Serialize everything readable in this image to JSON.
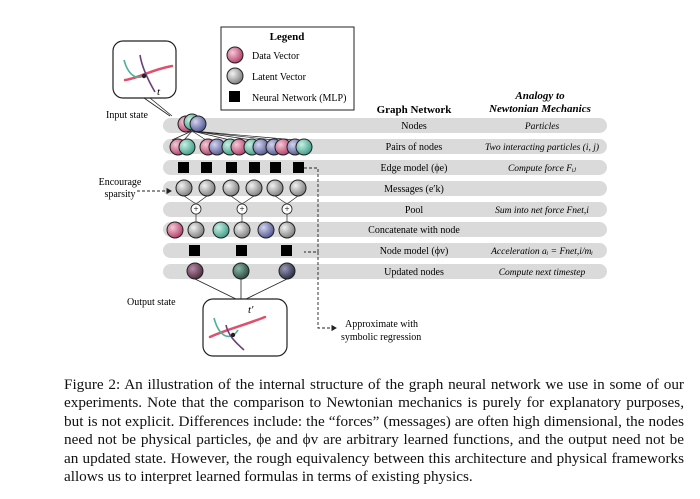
{
  "legend": {
    "title": "Legend",
    "items": [
      "Data Vector",
      "Latent Vector",
      "Neural Network (MLP)"
    ]
  },
  "headers": {
    "graph_network": "Graph Network",
    "analogy_line1": "Analogy to",
    "analogy_line2": "Newtonian Mechanics"
  },
  "rows": [
    {
      "label": "Nodes",
      "analogy": "Particles"
    },
    {
      "label": "Pairs of nodes",
      "analogy": "Two interacting particles (i, j)"
    },
    {
      "label": "Edge model (ϕe)",
      "analogy": "Compute force Fᵢⱼ"
    },
    {
      "label": "Messages (e′k)",
      "analogy": ""
    },
    {
      "label": "Pool",
      "analogy": "Sum into net force Fnet,i"
    },
    {
      "label": "Concatenate with node",
      "analogy": ""
    },
    {
      "label": "Node model (ϕv)",
      "analogy": "Acceleration aᵢ = Fnet,i/mᵢ"
    },
    {
      "label": "Updated nodes",
      "analogy": "Compute next timestep"
    }
  ],
  "labels": {
    "input_state": "Input state",
    "output_state": "Output state",
    "encourage": "Encourage",
    "sparsity": "sparsity",
    "approx_line1": "Approximate with",
    "approx_line2": "symbolic regression",
    "t_input": "t",
    "t_output": "t′",
    "plus": "+"
  },
  "caption": "Figure 2: An illustration of the internal structure of the graph neural network we use in some of our experiments. Note that the comparison to Newtonian mechanics is purely for explanatory purposes, but is not explicit. Differences include: the “forces” (messages) are often high dimensional, the nodes need not be physical particles, ϕe and ϕv are arbitrary learned functions, and the output need not be an updated state. However, the rough equivalency between this architecture and physical frameworks allows us to interpret learned formulas in terms of existing physics.",
  "colors": {
    "row_band": "#dadada",
    "pink": "#c8507a",
    "teal": "#4fb09a",
    "slate": "#6a6fa3",
    "gray": "#9a9a9a",
    "out_purple": "#6b3f5a",
    "out_green": "#3f6b5a",
    "out_navy": "#3f3f5e"
  }
}
